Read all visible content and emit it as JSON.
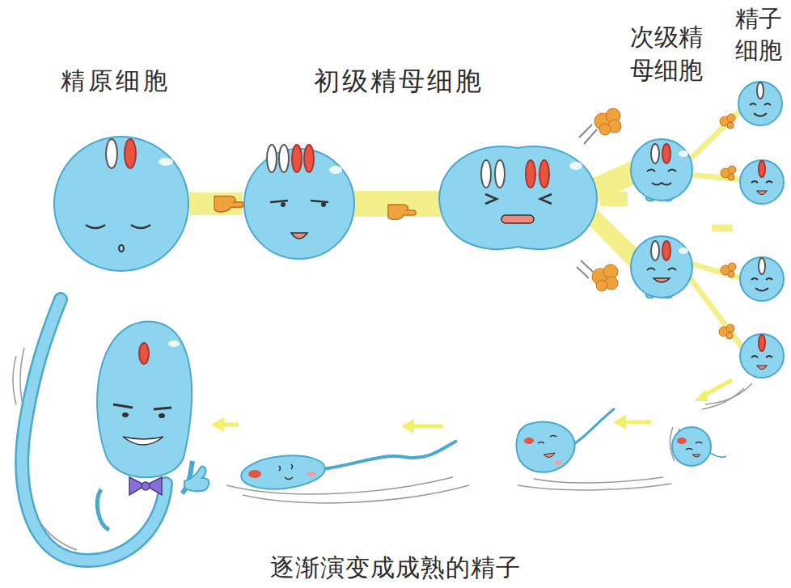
{
  "diagram": {
    "caption": "逐渐演变成成熟的精子",
    "nodes": [
      {
        "text": [
          "精原细胞"
        ]
      },
      {
        "text": [
          "初级精母细胞"
        ]
      },
      {
        "text": [
          "次级精 母细胞"
        ]
      },
      {
        "text": [
          "精子 细胞"
        ]
      }
    ],
    "edges": [
      {
        "from": 0,
        "to": 1,
        "arrow": "to"
      },
      {
        "from": 1,
        "to": 2,
        "arrow": "none"
      },
      {
        "from": 2,
        "to": 3,
        "arrow": "none"
      }
    ]
  }
}
